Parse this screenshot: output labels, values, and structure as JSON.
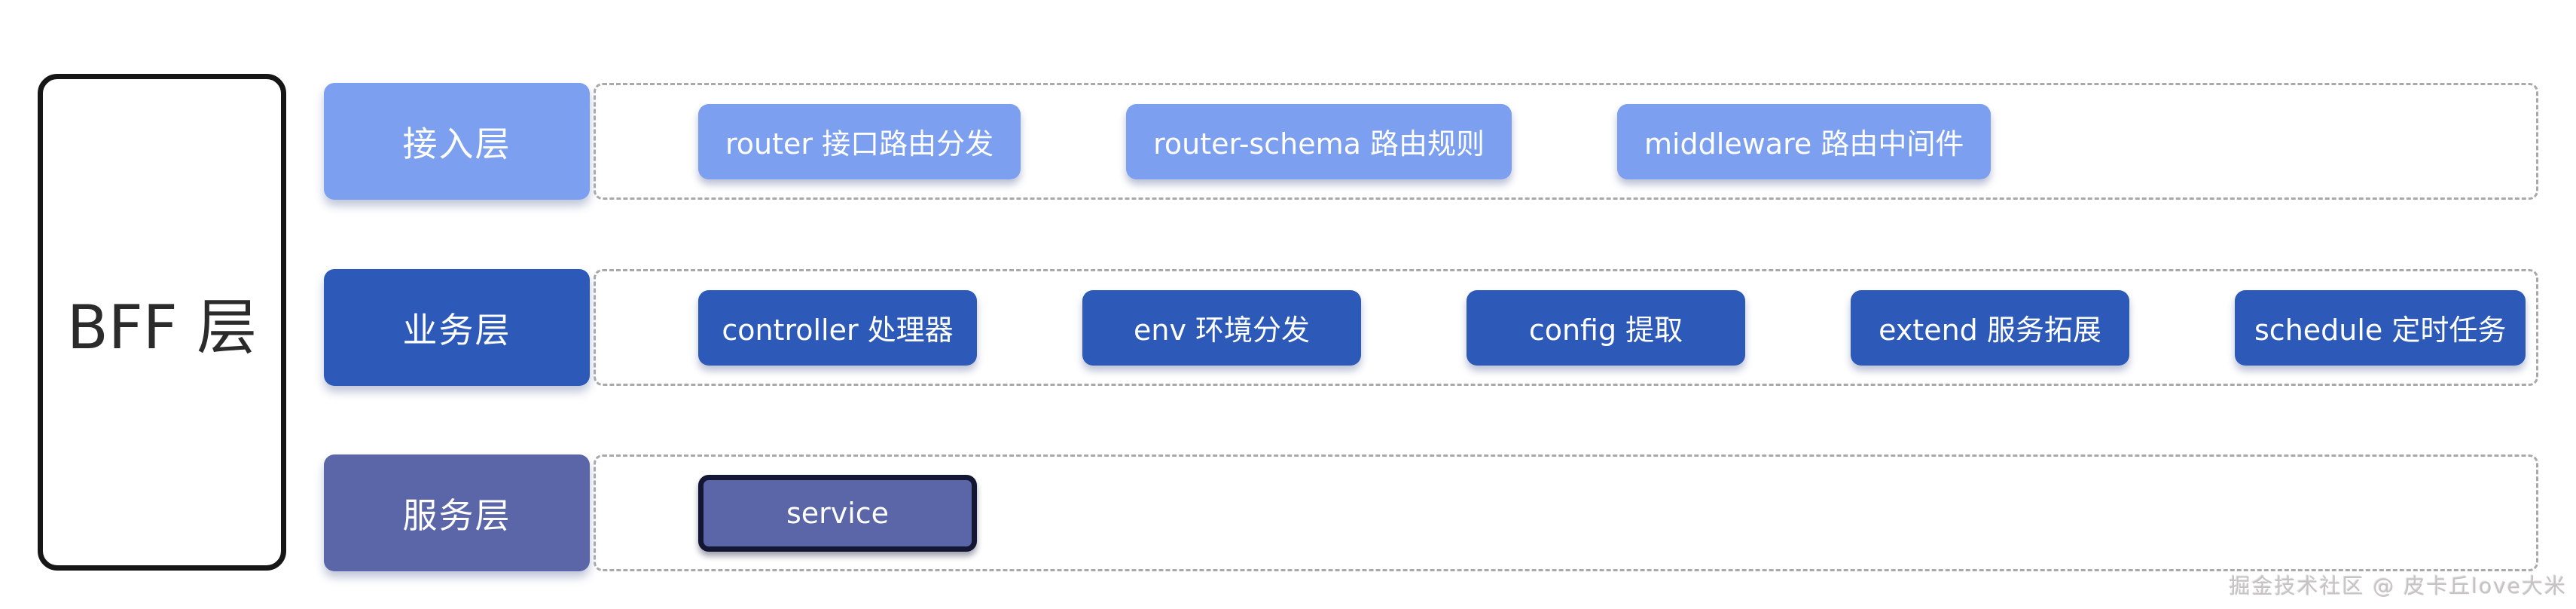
{
  "bff": {
    "label": "BFF 层"
  },
  "layers": [
    {
      "name": "接入层",
      "color": "#7c9ff0",
      "items": [
        "router 接口路由分发",
        "router-schema 路由规则",
        "middleware 路由中间件"
      ]
    },
    {
      "name": "业务层",
      "color": "#2d5ab8",
      "items": [
        "controller 处理器",
        "env 环境分发",
        "config 提取",
        "extend 服务拓展",
        "schedule 定时任务"
      ]
    },
    {
      "name": "服务层",
      "color": "#5a66a8",
      "items": [
        "service"
      ]
    }
  ],
  "watermark": {
    "text": "掘金技术社区 @ 皮卡丘love大米"
  },
  "colors": {
    "layer_access": "#7c9ff0",
    "layer_business": "#2d5ab8",
    "layer_service": "#5a66a8",
    "service_node_border": "#131733",
    "dashed_border": "#a9a9a9",
    "bff_border": "#161616",
    "bff_text": "#2b2b2b",
    "node_text": "#ffffff",
    "watermark_text": "#c6c3c3",
    "background": "#ffffff"
  }
}
